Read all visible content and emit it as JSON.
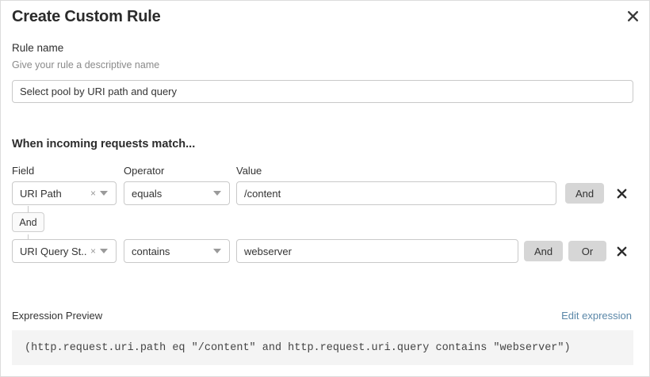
{
  "dialog": {
    "title": "Create Custom Rule",
    "close_icon": "close-icon"
  },
  "rule_name": {
    "label": "Rule name",
    "help": "Give your rule a descriptive name",
    "value": "Select pool by URI path and query",
    "placeholder": "Select pool by URI path and query"
  },
  "conditions": {
    "heading": "When incoming requests match...",
    "columns": {
      "field": "Field",
      "operator": "Operator",
      "value": "Value"
    },
    "connector": {
      "label": "And"
    },
    "rows": [
      {
        "field": "URI Path",
        "operator": "equals",
        "value": "/content",
        "buttons": [
          "And"
        ]
      },
      {
        "field": "URI Query St...",
        "operator": "contains",
        "value": "webserver",
        "buttons": [
          "And",
          "Or"
        ]
      }
    ],
    "clear_glyph": "×"
  },
  "preview": {
    "label": "Expression Preview",
    "edit_link": "Edit expression",
    "expression": "(http.request.uri.path eq \"/content\" and http.request.uri.query contains \"webserver\")"
  },
  "colors": {
    "link": "#5a87a8",
    "button_bg": "#d6d6d6",
    "preview_bg": "#f4f4f4",
    "border": "#c9c9c9"
  }
}
